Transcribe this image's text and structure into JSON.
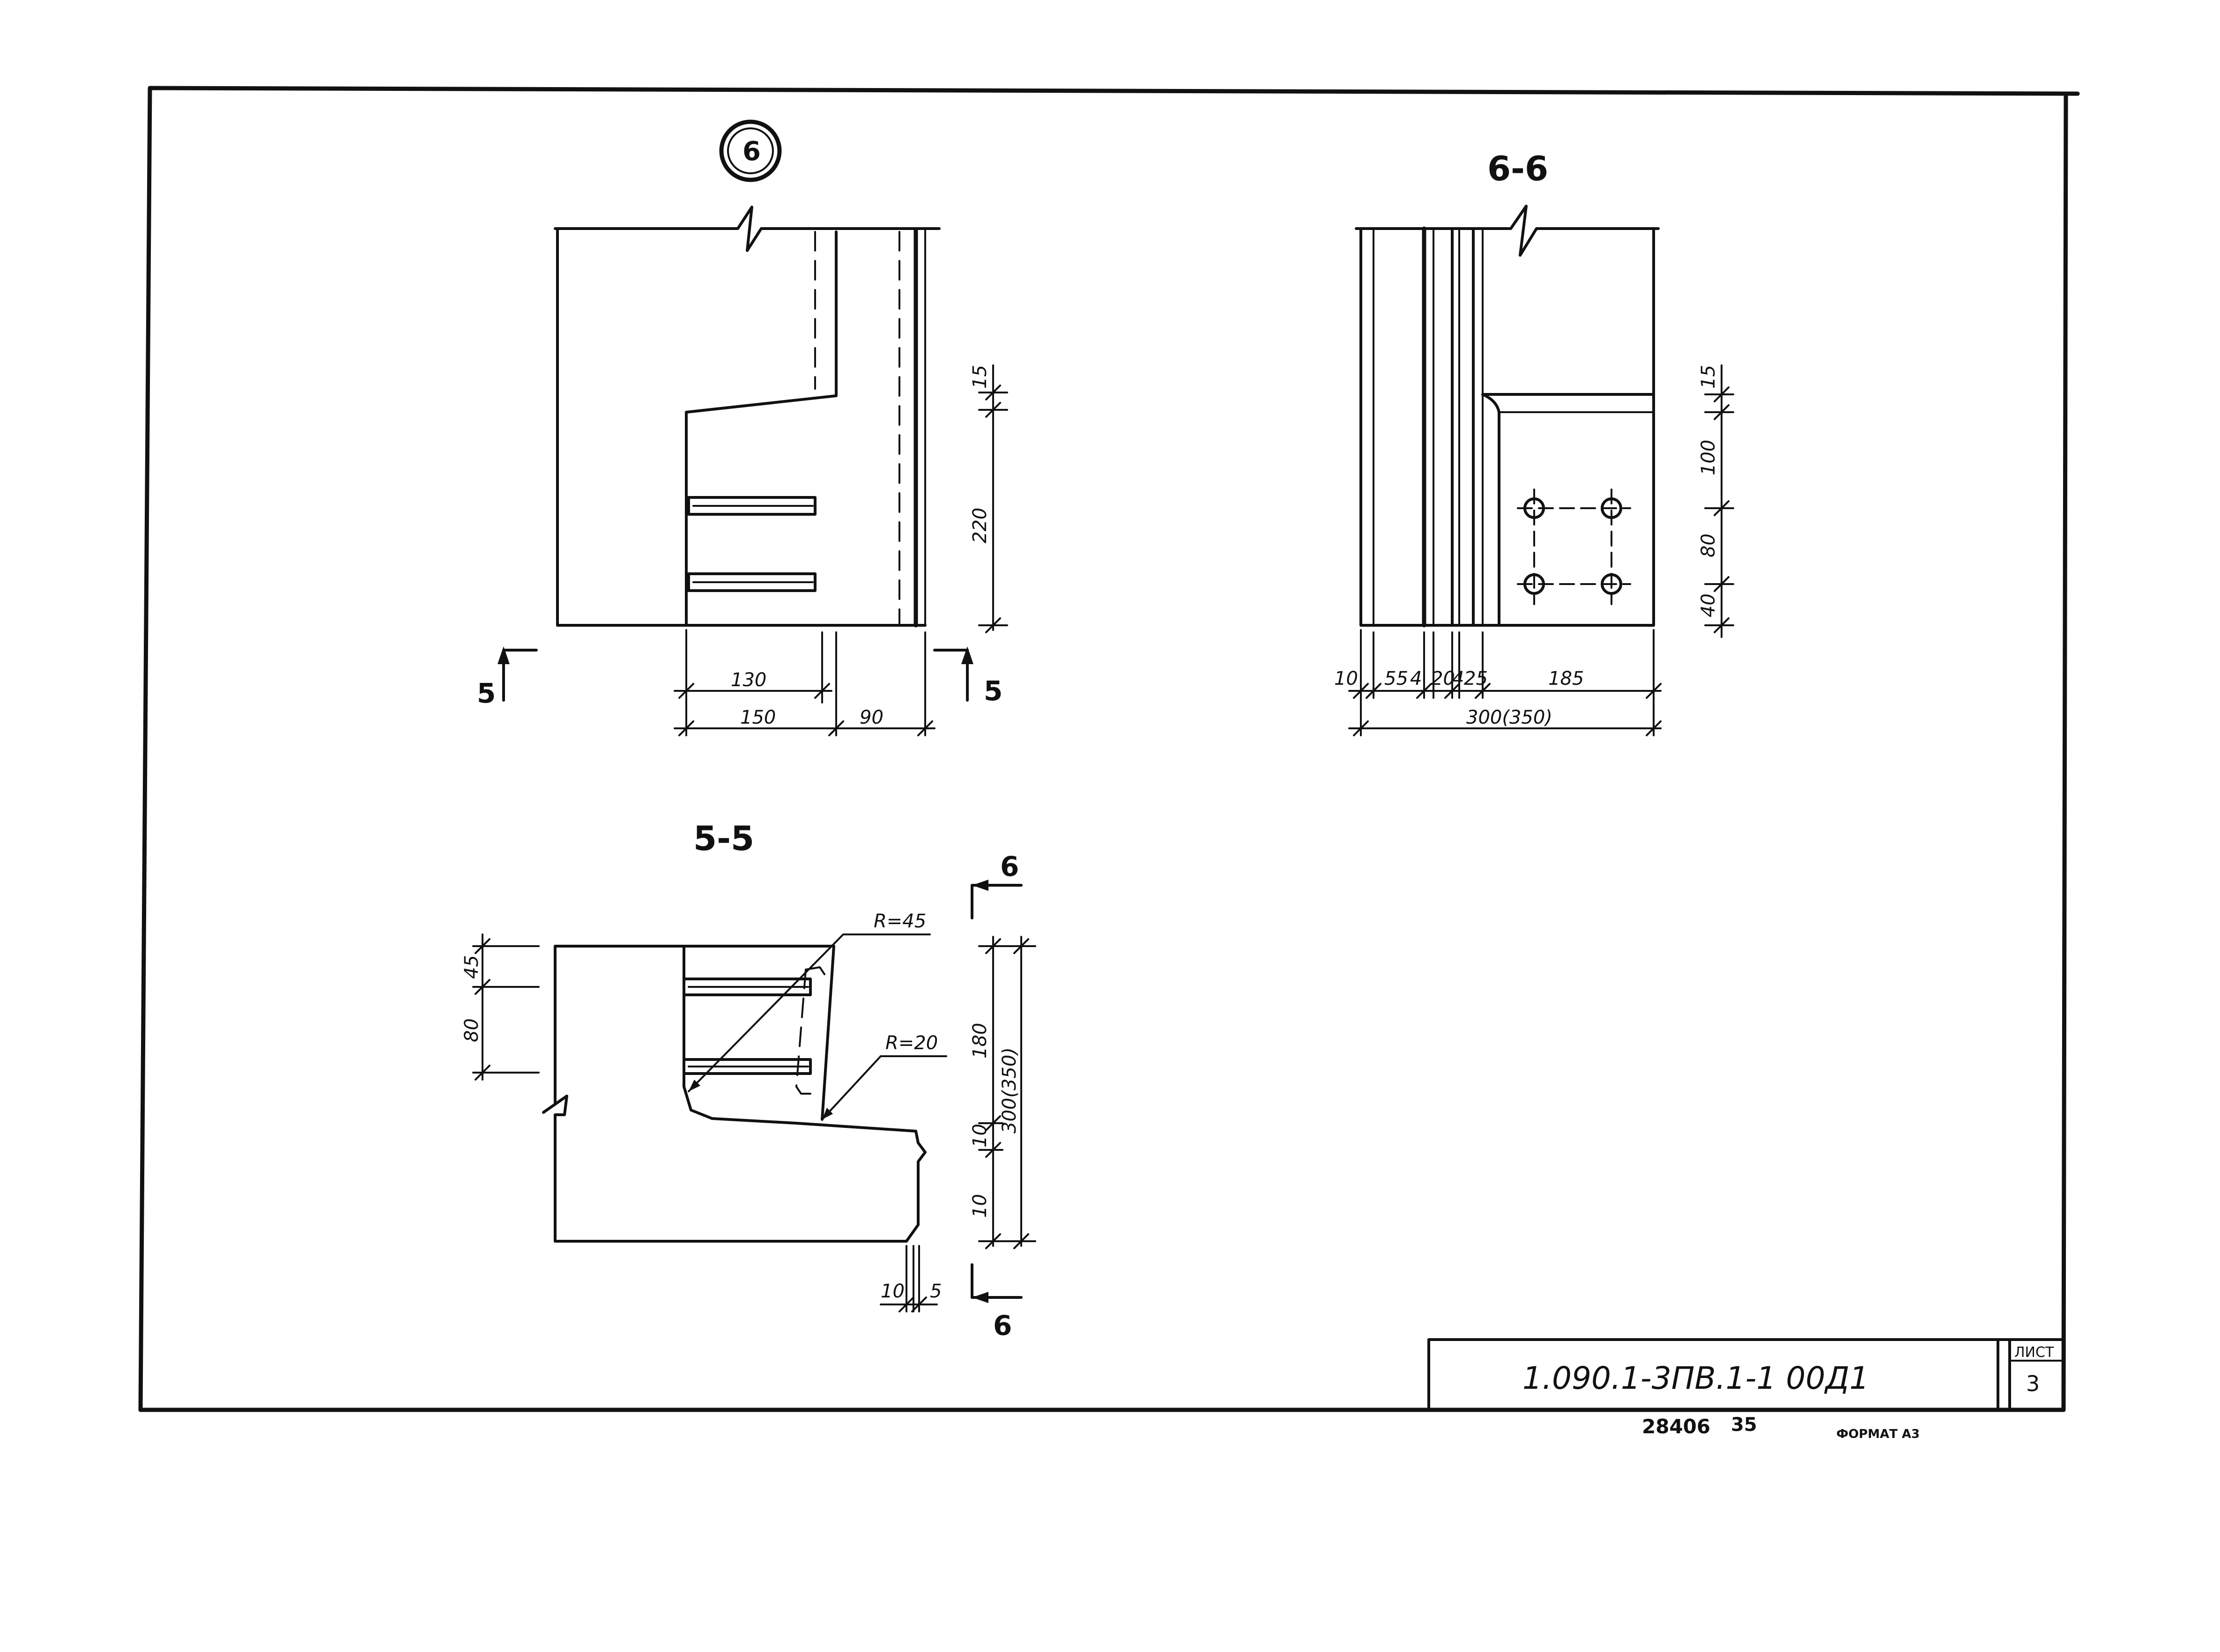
{
  "callout": {
    "label": "6"
  },
  "section_labels": {
    "six_six": "6-6",
    "five_five": "5-5",
    "cut5_left": "5",
    "cut5_right": "5",
    "cut6_top": "6",
    "cut6_bottom": "6"
  },
  "view_node": {
    "dims_bottom": [
      "130",
      "150",
      "90"
    ],
    "dims_right": [
      "15",
      "220"
    ]
  },
  "view_66": {
    "dims_bottom": [
      "10",
      "55",
      "4",
      "20",
      "4",
      "25",
      "185"
    ],
    "dim_total": "300(350)",
    "dims_right": [
      "15",
      "100",
      "80",
      "40"
    ]
  },
  "view_55": {
    "radius_labels": [
      "R=45",
      "R=20"
    ],
    "dims_left": [
      "45",
      "80"
    ],
    "dims_right": [
      "180",
      "10",
      "10"
    ],
    "dim_overall": "300(350)",
    "dims_bottom": [
      "10",
      "5"
    ]
  },
  "title_block": {
    "designation": "1.090.1-3ПВ.1-1  00Д1",
    "sheet_label": "ЛИСТ",
    "sheet_number": "3"
  },
  "footer": {
    "inventory": "28406",
    "code": "35",
    "format": "ФОРМАТ А3"
  }
}
